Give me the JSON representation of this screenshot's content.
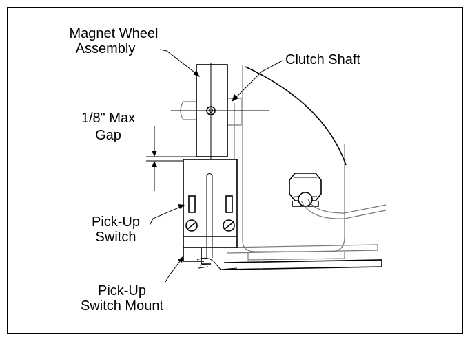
{
  "labels": {
    "magnet_wheel_line1": "Magnet Wheel",
    "magnet_wheel_line2": "Assembly",
    "clutch_shaft": "Clutch Shaft",
    "gap_line1": "1/8\" Max",
    "gap_line2": "Gap",
    "pickup_switch_line1": "Pick-Up",
    "pickup_switch_line2": "Switch",
    "pickup_mount_line1": "Pick-Up",
    "pickup_mount_line2": "Switch Mount"
  }
}
